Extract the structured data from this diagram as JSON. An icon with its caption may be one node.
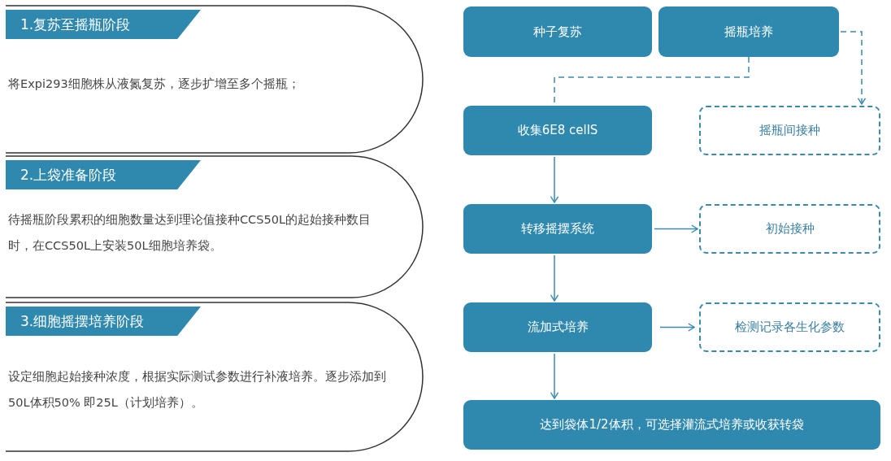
{
  "diagram": {
    "nodes": [
      {
        "text": [
          "1.复苏至摇瓶阶段",
          "将Expi293细胞株从液氮复苏，逐步扩增至多个摇瓶；"
        ]
      },
      {
        "text": [
          "2.上袋准备阶段",
          "待摇瓶阶段累积的细胞数量达到理论值接种CCS50L的起始接种数目时，在CCS50L上安装50L细胞培养袋。"
        ]
      },
      {
        "text": [
          "3.细胞摇摆培养阶段",
          "设定细胞起始接种浓度，根据实际测试参数进行补液培养。逐步添加到50L体积50% 即25L（计划培养）。"
        ]
      },
      {
        "text": [
          "种子复苏"
        ]
      },
      {
        "text": [
          "摇瓶培养"
        ]
      },
      {
        "text": [
          "收集6E8 cellS"
        ]
      },
      {
        "text": [
          "摇瓶间接种"
        ]
      },
      {
        "text": [
          "转移摇摆系统"
        ]
      },
      {
        "text": [
          "初始接种"
        ]
      },
      {
        "text": [
          "流加式培养"
        ]
      },
      {
        "text": [
          "检测记录各生化参数"
        ]
      },
      {
        "text": [
          "达到袋体1/2体积，可选择灌流式培养或收获转袋"
        ]
      }
    ],
    "edges": [
      {
        "from": 4,
        "to": 5,
        "arrow": "none",
        "style": "dashed"
      },
      {
        "from": 4,
        "to": 6,
        "arrow": "to",
        "style": "dashed"
      },
      {
        "from": 5,
        "to": 7,
        "arrow": "to"
      },
      {
        "from": 7,
        "to": 8,
        "arrow": "to"
      },
      {
        "from": 7,
        "to": 9,
        "arrow": "to"
      },
      {
        "from": 9,
        "to": 10,
        "arrow": "to"
      },
      {
        "from": 9,
        "to": 11,
        "arrow": "to"
      }
    ]
  }
}
